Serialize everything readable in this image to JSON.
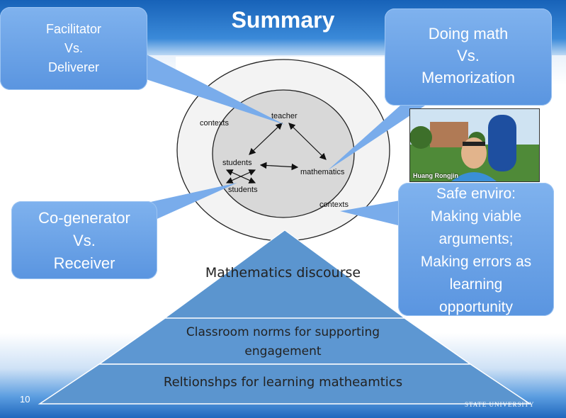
{
  "slide": {
    "title": "Summary",
    "slide_number": "10",
    "footer_text": "STATE UNIVERSITY"
  },
  "callouts": {
    "facilitator": [
      "Facilitator",
      "Vs.",
      "Deliverer"
    ],
    "doing_math": [
      "Doing math",
      "Vs.",
      "Memorization"
    ],
    "cogenerator": [
      "Co-generator",
      "Vs.",
      "Receiver"
    ],
    "safe_enviro": [
      "Safe enviro:",
      "Making viable",
      "arguments;",
      "Making errors  as",
      "learning",
      "opportunity"
    ]
  },
  "diagram": {
    "outer_context": "contexts",
    "inner_context": "contexts",
    "teacher": "teacher",
    "students_top": "students",
    "students_bottom": "students",
    "mathematics": "mathematics"
  },
  "pyramid": {
    "top": "Mathematics discourse",
    "middle_line1": "Classroom  norms for supporting",
    "middle_line2": "engagement",
    "bottom": "Reltionshps for learning matheamtics"
  },
  "video": {
    "participant_name": "Huang Rongjin"
  }
}
